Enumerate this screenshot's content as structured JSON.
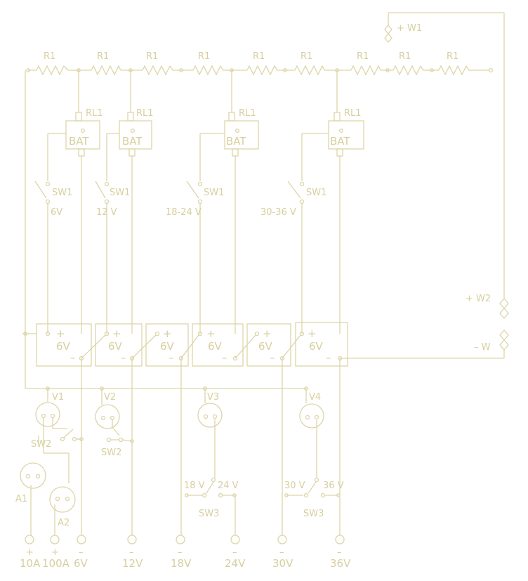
{
  "resistor_label": "R1",
  "relay_label": "RL1",
  "battery_label": "BAT",
  "switch1": {
    "label": "SW1",
    "positions": [
      "6V",
      "12 V",
      "18-24 V",
      "30-36 V"
    ]
  },
  "battery_cell": {
    "voltage": "6V",
    "plus": "+",
    "minus": "–"
  },
  "voltmeters": [
    "V1",
    "V2",
    "V3",
    "V4"
  ],
  "ammeters": [
    "A1",
    "A2"
  ],
  "switch2_label": "SW2",
  "switch3": {
    "label": "SW3",
    "left_pair": [
      "18 V",
      "24 V"
    ],
    "right_pair": [
      "30 V",
      "36 V"
    ]
  },
  "wires": {
    "w1": "+ W1",
    "w2": "+ W2",
    "w": "– W"
  },
  "terminals": [
    {
      "sign": "+",
      "label": "10A"
    },
    {
      "sign": "+",
      "label": "100A"
    },
    {
      "sign": "–",
      "label": "6V"
    },
    {
      "sign": "–",
      "label": "12V"
    },
    {
      "sign": "–",
      "label": "18V"
    },
    {
      "sign": "–",
      "label": "24V"
    },
    {
      "sign": "–",
      "label": "30V"
    },
    {
      "sign": "–",
      "label": "36V"
    }
  ]
}
